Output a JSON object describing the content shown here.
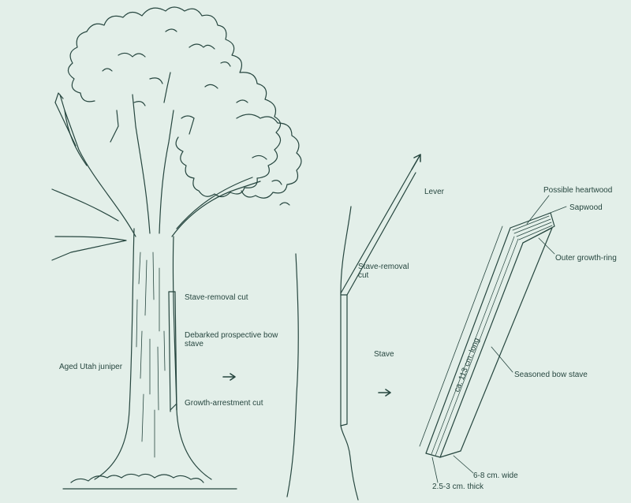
{
  "labels": {
    "aged_juniper": "Aged Utah juniper",
    "stave_removal_cut_1": "Stave-removal cut",
    "debarked_stave": "Debarked prospective bow stave",
    "growth_arrestment": "Growth-arrestment cut",
    "lever": "Lever",
    "stave_removal_cut_2": "Stave-removal cut",
    "stave": "Stave",
    "possible_heartwood": "Possible heartwood",
    "sapwood": "Sapwood",
    "outer_growth_ring": "Outer growth-ring",
    "length": "ca. 113 cm. long",
    "seasoned_bow_stave": "Seasoned bow stave",
    "width": "6-8 cm. wide",
    "thickness": "2.5-3 cm. thick"
  },
  "colors": {
    "background": "#e3efe9",
    "ink": "#26463f"
  }
}
